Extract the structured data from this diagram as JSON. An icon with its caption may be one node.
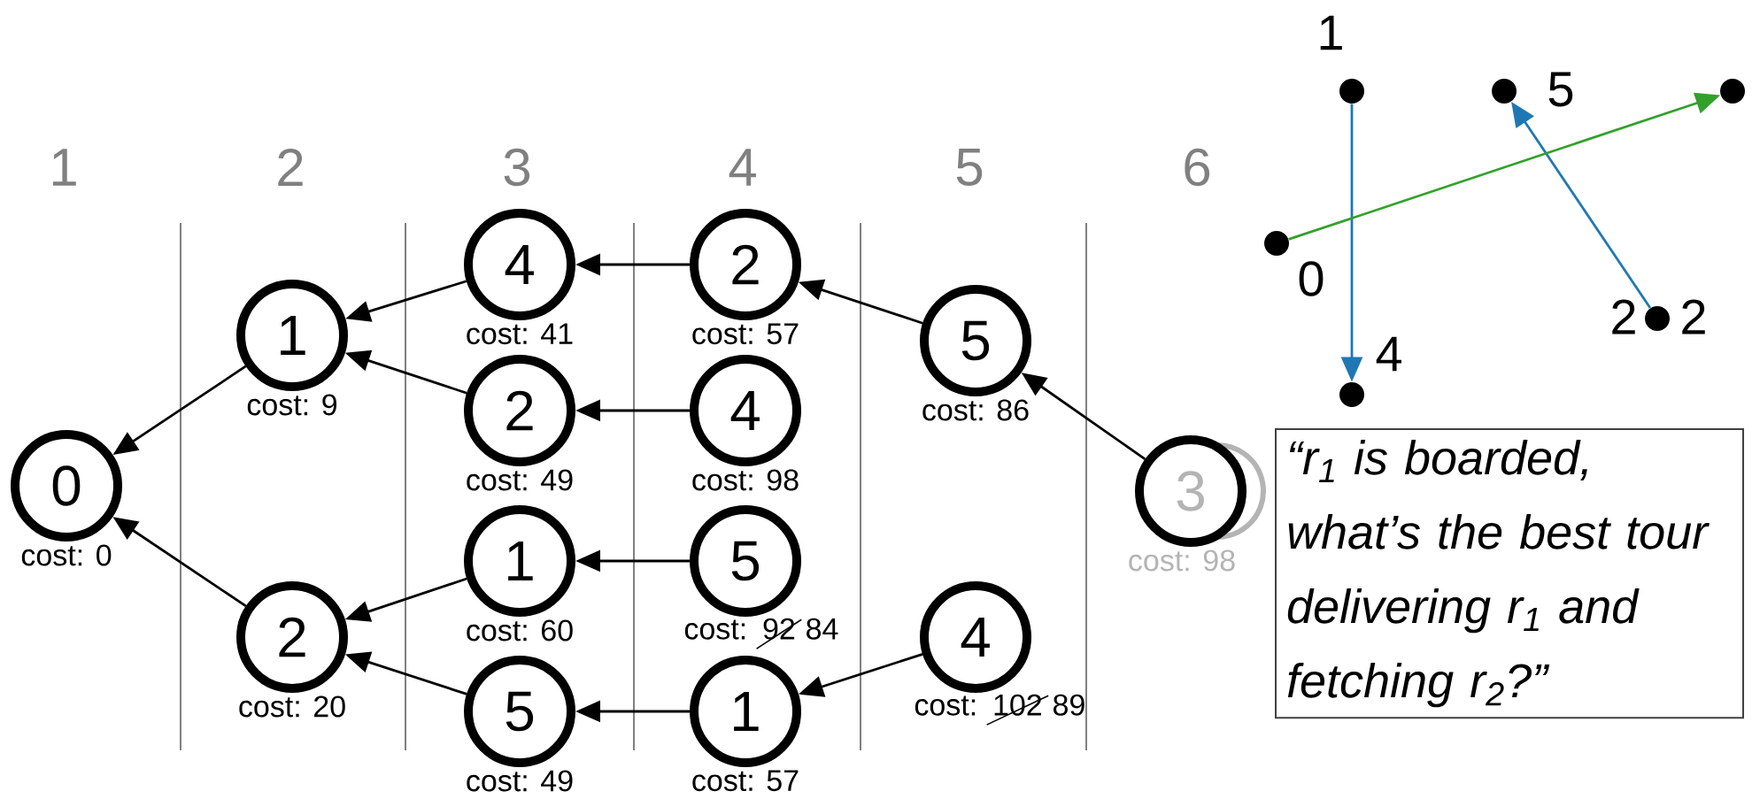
{
  "diagram": {
    "nodes": [
      {
        "text": [
          "0"
        ],
        "beside": [
          "cost: 0"
        ]
      },
      {
        "text": [
          "1"
        ],
        "beside": [
          "cost: 9"
        ]
      },
      {
        "text": [
          "2"
        ],
        "beside": [
          "cost: 20"
        ]
      },
      {
        "text": [
          "4"
        ],
        "beside": [
          "cost: 41"
        ]
      },
      {
        "text": [
          "2"
        ],
        "beside": [
          "cost: 49"
        ]
      },
      {
        "text": [
          "1"
        ],
        "beside": [
          "cost: 60"
        ]
      },
      {
        "text": [
          "5"
        ],
        "beside": [
          "cost: 49"
        ]
      },
      {
        "text": [
          "2"
        ],
        "beside": [
          "cost: 57"
        ]
      },
      {
        "text": [
          "4"
        ],
        "beside": [
          "cost: 98"
        ]
      },
      {
        "text": [
          "5"
        ],
        "beside": [
          "cost:",
          "92",
          "84"
        ]
      },
      {
        "text": [
          "1"
        ],
        "beside": [
          "cost: 57"
        ]
      },
      {
        "text": [
          "5"
        ],
        "beside": [
          "cost: 86"
        ]
      },
      {
        "text": [
          "4"
        ],
        "beside": [
          "cost:",
          "102",
          "89"
        ]
      },
      {
        "text": [
          "3"
        ],
        "beside": [
          "cost: 98"
        ]
      },
      {
        "text": [
          "“r$_{1}$ is boarded, what’s the best tour delivering r$_{1}$ and fetching r$_{2}$?”"
        ]
      },
      {
        "text": [],
        "shape": "circle",
        "beside": [
          "1"
        ]
      },
      {
        "text": [],
        "shape": "circle",
        "beside": [
          "5"
        ]
      },
      {
        "text": [],
        "shape": "circle"
      },
      {
        "text": [],
        "shape": "circle",
        "beside": [
          "0"
        ]
      },
      {
        "text": [],
        "shape": "circle",
        "beside": [
          "2",
          "2"
        ]
      },
      {
        "text": [],
        "shape": "circle",
        "beside": [
          "4"
        ]
      }
    ],
    "edges": [
      {
        "from": 1,
        "to": 0,
        "arrow": "to"
      },
      {
        "from": 2,
        "to": 0,
        "arrow": "to"
      },
      {
        "from": 3,
        "to": 1,
        "arrow": "to"
      },
      {
        "from": 4,
        "to": 1,
        "arrow": "to"
      },
      {
        "from": 5,
        "to": 2,
        "arrow": "to"
      },
      {
        "from": 6,
        "to": 2,
        "arrow": "to"
      },
      {
        "from": 7,
        "to": 3,
        "arrow": "to"
      },
      {
        "from": 8,
        "to": 4,
        "arrow": "to"
      },
      {
        "from": 9,
        "to": 5,
        "arrow": "to"
      },
      {
        "from": 10,
        "to": 6,
        "arrow": "to"
      },
      {
        "from": 11,
        "to": 7,
        "arrow": "to"
      },
      {
        "from": 12,
        "to": 10,
        "arrow": "to"
      },
      {
        "from": 13,
        "to": 11,
        "arrow": "to"
      },
      {
        "from": 15,
        "to": 20,
        "arrow": "to",
        "color": "#1f78b4"
      },
      {
        "from": 19,
        "to": 16,
        "arrow": "to",
        "color": "#1f78b4"
      },
      {
        "from": 18,
        "to": 17,
        "arrow": "to",
        "color": "#33a02c"
      }
    ],
    "labels": [
      "1",
      "2",
      "3",
      "4",
      "5",
      "6"
    ]
  }
}
